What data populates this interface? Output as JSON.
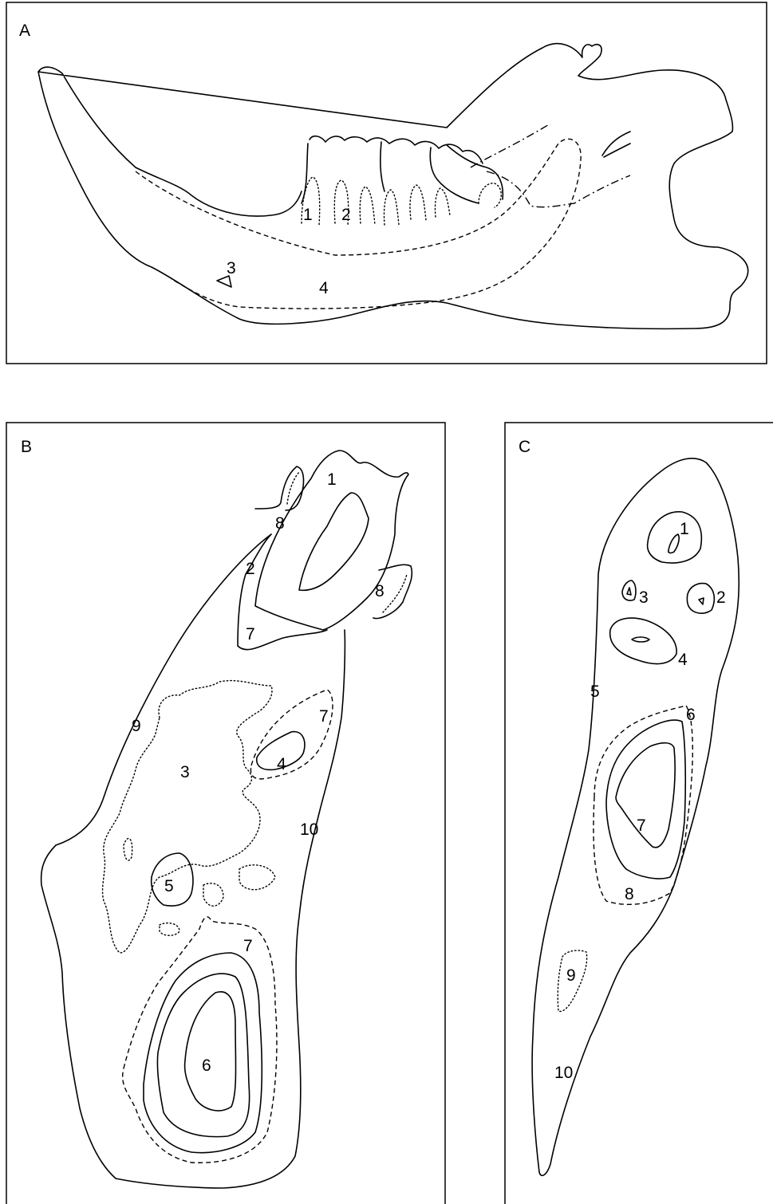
{
  "panels": {
    "a": {
      "letter": "A",
      "labels": [
        "1",
        "2",
        "3",
        "4"
      ]
    },
    "b": {
      "letter": "B",
      "labels": [
        "1",
        "8",
        "2",
        "8",
        "7",
        "9",
        "7",
        "4",
        "3",
        "10",
        "5",
        "7",
        "6"
      ]
    },
    "c": {
      "letter": "C",
      "labels": [
        "1",
        "3",
        "2",
        "4",
        "5",
        "6",
        "7",
        "8",
        "9",
        "10"
      ]
    }
  }
}
